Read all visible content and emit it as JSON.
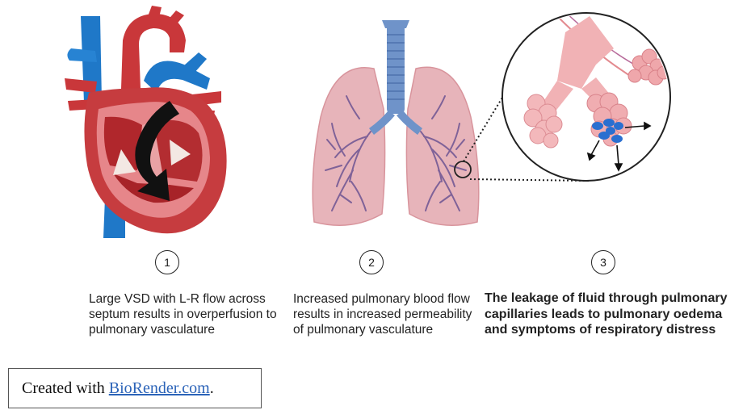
{
  "steps": [
    {
      "number": "1",
      "text": "Large VSD with L-R flow across septum results in overperfusion to pulmonary vasculature"
    },
    {
      "number": "2",
      "text": "Increased pulmonary blood flow results in increased permeability of pulmonary vasculature"
    },
    {
      "number": "3",
      "text": "The leakage of fluid through pulmonary capillaries leads to pulmonary oedema and symptoms of respiratory distress"
    }
  ],
  "credit": {
    "prefix": "Created with",
    "link": "BioRender.com",
    "suffix": "."
  },
  "illustrations": {
    "heart": "heart-cross-section-icon",
    "lungs": "lungs-icon",
    "alveoli": "alveoli-magnified-icon"
  },
  "colors": {
    "heart_red": "#c9373a",
    "vessel_blue": "#1f78c8",
    "lung_pink": "#e7b4ba",
    "airway_purple": "#7f6298",
    "trachea_blue": "#6f93c9",
    "fluid_blue": "#2a6fd0",
    "link_blue": "#2b63b8"
  }
}
